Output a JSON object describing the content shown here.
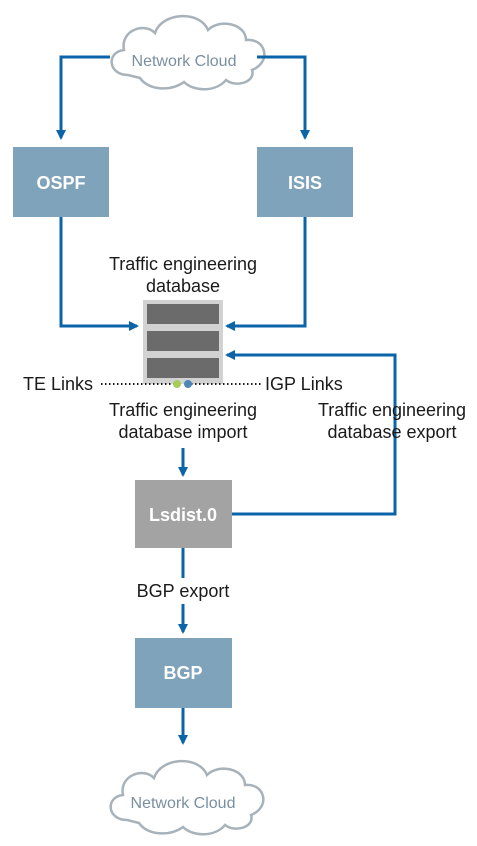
{
  "top_cloud": {
    "label": "Network Cloud"
  },
  "bottom_cloud": {
    "label": "Network Cloud"
  },
  "ospf": {
    "label": "OSPF"
  },
  "isis": {
    "label": "ISIS"
  },
  "ted": {
    "label_line1": "Traffic engineering",
    "label_line2": "database"
  },
  "te_links": {
    "label": "TE Links"
  },
  "igp_links": {
    "label": "IGP Links"
  },
  "ted_import": {
    "line1": "Traffic engineering",
    "line2": "database import"
  },
  "ted_export": {
    "line1": "Traffic engineering",
    "line2": "database export"
  },
  "lsdist": {
    "label": "Lsdist.0"
  },
  "bgp_export": {
    "label": "BGP export"
  },
  "bgp": {
    "label": "BGP"
  },
  "colors": {
    "arrow": "#0b64a8",
    "protocol_box": "#7fa3ba",
    "lsdist_box": "#a3a3a3",
    "cloud_outline": "#a8b2ba",
    "te_dot": "#a6cc5a",
    "igp_dot": "#4d87b8"
  }
}
